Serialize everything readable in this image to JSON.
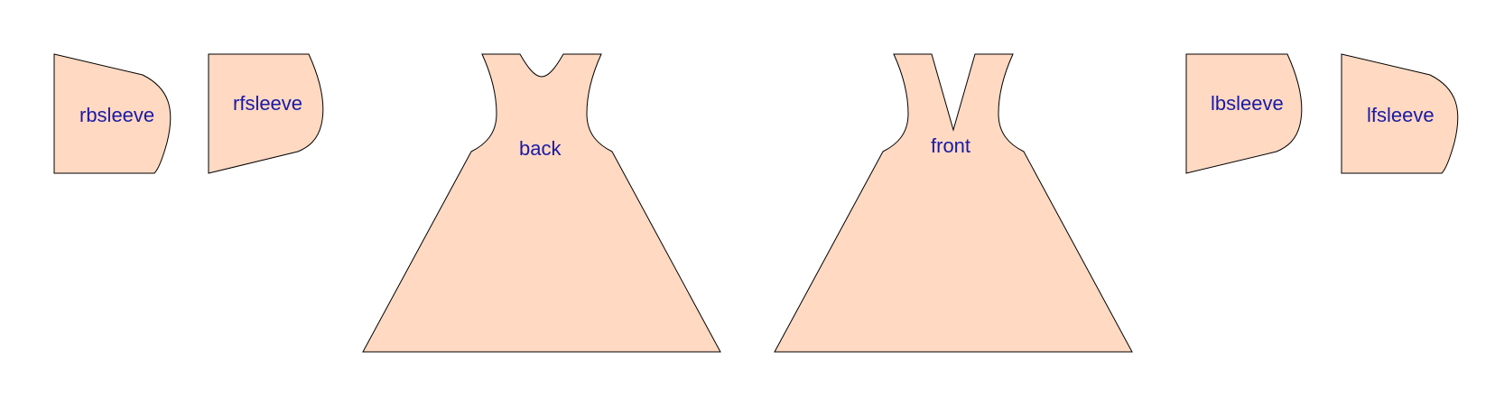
{
  "colors": {
    "piece_fill": "#ffd9c2",
    "piece_stroke": "#000000",
    "label_color": "#1a1aa6",
    "background": "#ffffff"
  },
  "pieces": {
    "rbsleeve": "rbsleeve",
    "rfsleeve": "rfsleeve",
    "back": "back",
    "front": "front",
    "lbsleeve": "lbsleeve",
    "lfsleeve": "lfsleeve"
  }
}
